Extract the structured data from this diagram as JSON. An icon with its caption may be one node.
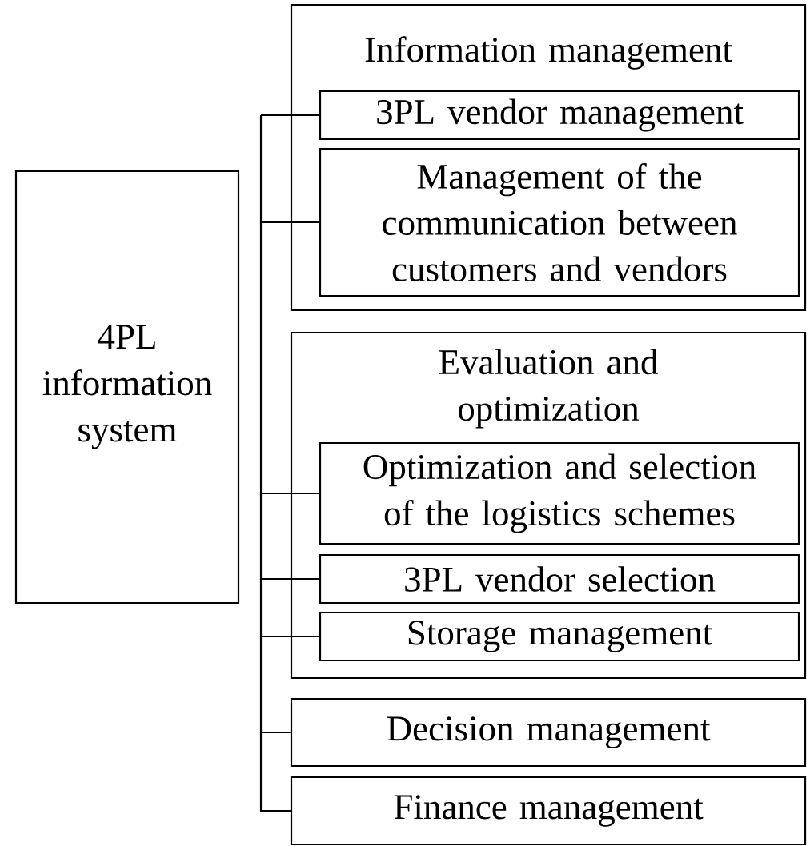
{
  "diagram": {
    "nodes": [
      {
        "text": [
          "4PL information system"
        ]
      },
      {
        "text": [
          "Information management"
        ]
      },
      {
        "text": [
          "3PL vendor management"
        ],
        "in": 1
      },
      {
        "text": [
          "Management of the communication between customers and vendors"
        ],
        "in": 1
      },
      {
        "text": [
          "Evaluation and optimization"
        ]
      },
      {
        "text": [
          "Optimization and selection of the logistics schemes"
        ],
        "in": 4
      },
      {
        "text": [
          "3PL vendor selection"
        ],
        "in": 4
      },
      {
        "text": [
          "Storage management"
        ],
        "in": 4
      },
      {
        "text": [
          "Decision management"
        ]
      },
      {
        "text": [
          "Finance management"
        ]
      }
    ],
    "edges": [
      {
        "from": null,
        "to": 2,
        "arrow": "none"
      },
      {
        "from": null,
        "to": 3,
        "arrow": "none"
      },
      {
        "from": null,
        "to": 5,
        "arrow": "none"
      },
      {
        "from": null,
        "to": 6,
        "arrow": "none"
      },
      {
        "from": null,
        "to": 7,
        "arrow": "none"
      },
      {
        "from": null,
        "to": 8,
        "arrow": "none"
      },
      {
        "from": null,
        "to": 9,
        "arrow": "none"
      }
    ]
  }
}
